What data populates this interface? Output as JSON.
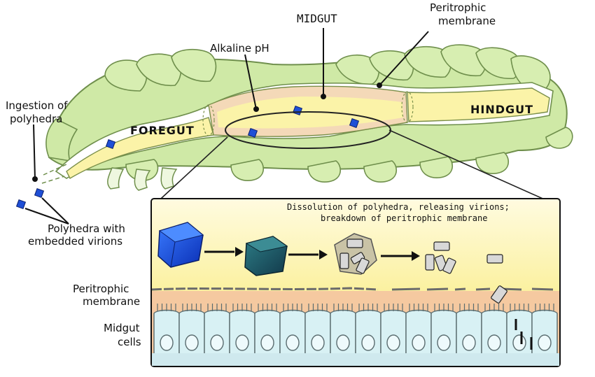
{
  "labels": {
    "midgut": "MIDGUT",
    "peritrophic_top_line1": "Peritrophic",
    "peritrophic_top_line2": "membrane",
    "alkaline": "Alkaline pH",
    "ingestion_line1": "Ingestion of",
    "ingestion_line2": "polyhedra",
    "foregut": "FOREGUT",
    "hindgut": "HINDGUT",
    "polyhedra_line1": "Polyhedra with",
    "polyhedra_line2": "embedded virions",
    "dissolution_line1": "Dissolution of polyhedra, releasing virions;",
    "dissolution_line2": "breakdown of peritrophic membrane",
    "peritrophic_left_line1": "Peritrophic",
    "peritrophic_left_line2": "membrane",
    "midgut_cells_line1": "Midgut",
    "midgut_cells_line2": "cells"
  },
  "colors": {
    "body_green": "#cfe9a6",
    "body_outline": "#7a9a55",
    "gut_yellow": "#fbf3a8",
    "midgut_pink": "#f4d9b8",
    "polyhedra_blue": "#1f4fd6",
    "inset_top": "#fbf4b0",
    "inset_lower": "#f5c9a0",
    "cells_blue": "#d8f1f4"
  }
}
